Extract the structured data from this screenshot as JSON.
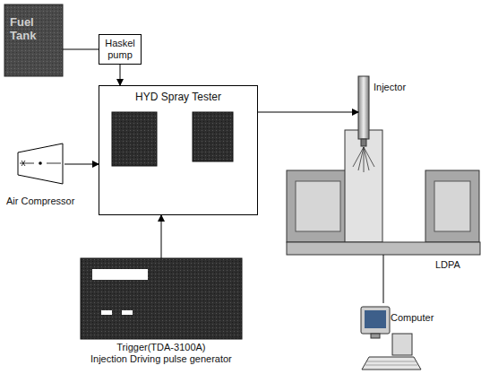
{
  "diagram": {
    "nodes": [
      {
        "text": [
          "Fuel Tank"
        ]
      },
      {
        "text": [
          "Haskel pump"
        ]
      },
      {
        "text": [
          "HYD Spray Tester"
        ]
      },
      {
        "text": [
          "Air Compressor"
        ]
      },
      {
        "text": [
          "Trigger(TDA-3100A)",
          "Injection Driving pulse generator"
        ]
      },
      {
        "text": [
          "Injector"
        ]
      },
      {
        "text": [
          "LDPA"
        ]
      },
      {
        "text": [
          "Computer"
        ]
      }
    ],
    "edges": [
      {
        "from": 0,
        "to": 1,
        "arrow": "none"
      },
      {
        "from": 1,
        "to": 2,
        "arrow": "to"
      },
      {
        "from": 3,
        "to": 2,
        "arrow": "to"
      },
      {
        "from": 4,
        "to": 2,
        "arrow": "to"
      },
      {
        "from": 2,
        "to": 5,
        "arrow": "to"
      },
      {
        "from": 6,
        "to": 7,
        "arrow": "none"
      }
    ]
  }
}
